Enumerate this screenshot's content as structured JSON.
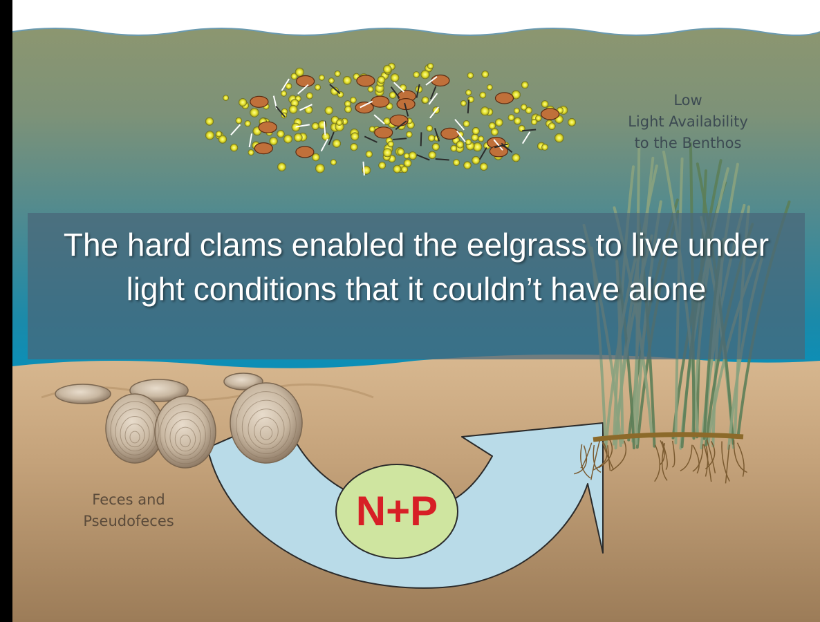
{
  "labels": {
    "low_light": [
      "Low",
      "Light Availability",
      "to the Benthos"
    ],
    "feces": [
      "Feces and",
      "Pseudofeces"
    ],
    "nutrients": "N+P"
  },
  "caption": "The hard clams enabled the eelgrass to live under light conditions that it couldn’t have alone",
  "colors": {
    "water_top": "#8a9570",
    "water_bottom": "#0a8fb8",
    "sediment_top": "#d8b890",
    "sediment_bottom": "#9c7c58",
    "arrow_fill": "#b9dbe8",
    "nutrient_circle": "#cfe5a0",
    "nutrient_text": "#d71f26",
    "plankton": "#e4e02a",
    "eelgrass": "#7e9a72",
    "caption_panel": "#4a6678"
  },
  "icons": [
    "wave-surface",
    "plankton-cloud",
    "clam-shell",
    "eelgrass-icon",
    "nutrient-cycle-arrow"
  ]
}
